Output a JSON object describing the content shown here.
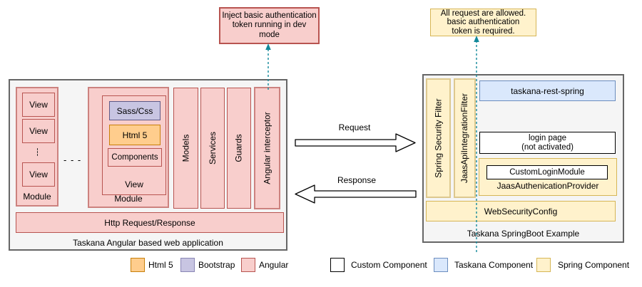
{
  "callouts": {
    "left_note": "Inject basic authentication\ntoken running in dev\nmode",
    "right_note": "All request are allowed.\nbasic authentication\ntoken is required."
  },
  "angular_app": {
    "title": "Taskana Angular based web application",
    "module1": {
      "label": "Module",
      "views": [
        "View",
        "View",
        "View"
      ]
    },
    "ellipsis_between_modules": "- - -",
    "module2": {
      "label": "Module",
      "view": {
        "label": "View",
        "sass_css": "Sass/Css",
        "html5": "Html 5",
        "components": "Components"
      }
    },
    "columns": [
      "Models",
      "Services",
      "Guards",
      "Angular interceptor"
    ],
    "http_bar": "Http Request/Response"
  },
  "flow": {
    "request_label": "Request",
    "response_label": "Response"
  },
  "springboot": {
    "title": "Taskana SpringBoot Example",
    "filters": [
      "Spring Security Filter",
      "JaasApiIntegrationFilter"
    ],
    "taskana_rest_spring": "taskana-rest-spring",
    "login_page": "login page\n(not activated)",
    "custom_login_module": "CustomLoginModule",
    "jaas_provider": "JaasAuthenicationProvider",
    "web_security_config": "WebSecurityConfig"
  },
  "legend": {
    "items": [
      {
        "label": "Html 5",
        "color": "#ffcd8d",
        "border": "#c77f0a",
        "swatch_style": "background:#ffcd8d;border:1px solid #c77f0a"
      },
      {
        "label": "Bootstrap",
        "color": "#c8c5e2",
        "border": "#8a86b5",
        "swatch_style": "background:#c8c5e2;border:1px solid #8a86b5"
      },
      {
        "label": "Angular",
        "color": "#f8cecc",
        "border": "#b85450",
        "swatch_style": "background:#f8cecc;border:1px solid #b85450"
      },
      {
        "label": "Custom Component",
        "color": "#ffffff",
        "border": "#000000",
        "swatch_style": "background:#ffffff;border:1.5px solid #000000"
      },
      {
        "label": "Taskana Component",
        "color": "#dae8fc",
        "border": "#6c8ebf",
        "swatch_style": "background:#dae8fc;border:1px solid #6c8ebf"
      },
      {
        "label": "Spring Component",
        "color": "#fff2cc",
        "border": "#d6b656",
        "swatch_style": "background:#fff2cc;border:1px solid #d6b656"
      }
    ]
  },
  "theme": {
    "teal_arrow": "#12899b",
    "angular_fill": "#f8cecc",
    "angular_stroke": "#b85450",
    "spring_fill": "#fff2cc",
    "spring_stroke": "#d6b656",
    "taskana_fill": "#dae8fc",
    "taskana_stroke": "#6c8ebf"
  }
}
